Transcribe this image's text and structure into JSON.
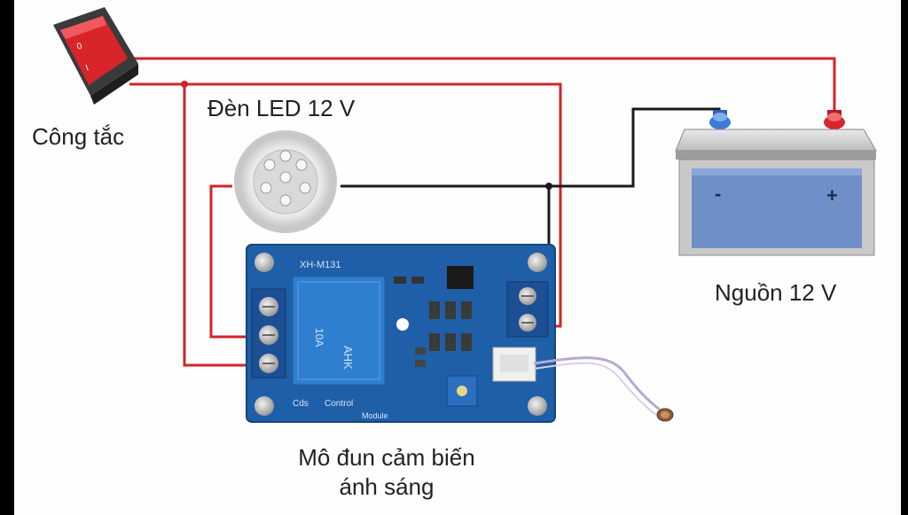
{
  "labels": {
    "switch": "Công tắc",
    "led": "Đèn LED 12 V",
    "battery": "Nguồn 12 V",
    "module_line1": "Mô đun cảm biến",
    "module_line2": "ánh sáng"
  },
  "module_markings": {
    "model": "XH-M131",
    "relay_text_1": "10A",
    "relay_text_2": "AHK",
    "terminal_left": "Cds",
    "terminal_mid": "Control",
    "bottom": "Module"
  },
  "battery_marks": {
    "minus": "-",
    "plus": "+"
  },
  "colors": {
    "wire_red": "#d3242b",
    "wire_black": "#1a1a1a",
    "pcb_blue": "#1f5fa8",
    "relay_blue": "#2f7fd1",
    "battery_body": "#6e8fc7",
    "switch_red": "#d8252b"
  }
}
